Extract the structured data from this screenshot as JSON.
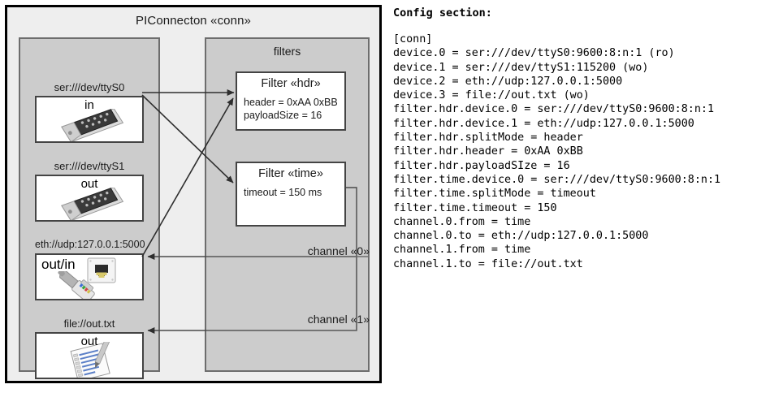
{
  "diagram": {
    "title": "PIConnecton «conn»",
    "devices_panel": {
      "title": "",
      "devices": [
        {
          "label": "ser:///dev/ttyS0",
          "direction": "in",
          "icon": "serial-port-icon"
        },
        {
          "label": "ser:///dev/ttyS1",
          "direction": "out",
          "icon": "serial-port-icon"
        },
        {
          "label": "eth://udp:127.0.0.1:5000",
          "direction": "out/in",
          "icon": "ethernet-jack-icon"
        },
        {
          "label": "file://out.txt",
          "direction": "out",
          "icon": "text-file-icon"
        }
      ]
    },
    "filters_panel": {
      "title": "filters",
      "filters": [
        {
          "title": "Filter «hdr»",
          "props": [
            "header = 0xAA 0xBB",
            "payloadSize = 16"
          ]
        },
        {
          "title": "Filter «time»",
          "props": [
            "timeout = 150 ms"
          ]
        }
      ],
      "channels": [
        {
          "label": "channel «0»"
        },
        {
          "label": "channel «1»"
        }
      ]
    }
  },
  "config": {
    "heading": "Config section:",
    "lines": [
      "[conn]",
      "device.0 = ser:///dev/ttyS0:9600:8:n:1 (ro)",
      "device.1 = ser:///dev/ttyS1:115200 (wo)",
      "device.2 = eth://udp:127.0.0.1:5000",
      "device.3 = file://out.txt (wo)",
      "filter.hdr.device.0 = ser:///dev/ttyS0:9600:8:n:1",
      "filter.hdr.device.1 = eth://udp:127.0.0.1:5000",
      "filter.hdr.splitMode = header",
      "filter.hdr.header = 0xAA 0xBB",
      "filter.hdr.payloadSIze = 16",
      "filter.time.device.0 = ser:///dev/ttyS0:9600:8:n:1",
      "filter.time.splitMode = timeout",
      "filter.time.timeout = 150",
      "channel.0.from = time",
      "channel.0.to = eth://udp:127.0.0.1:5000",
      "channel.1.from = time",
      "channel.1.to = file://out.txt"
    ]
  },
  "colors": {
    "page_background": "#ffffff",
    "outer_box_fill": "#eeeeee",
    "outer_box_border": "#000000",
    "panel_fill": "#cccccc",
    "panel_border": "#6d6d6d",
    "node_fill": "#ffffff",
    "node_border": "#444444",
    "connector": "#3a3a3a",
    "text": "#1a1a1a"
  }
}
